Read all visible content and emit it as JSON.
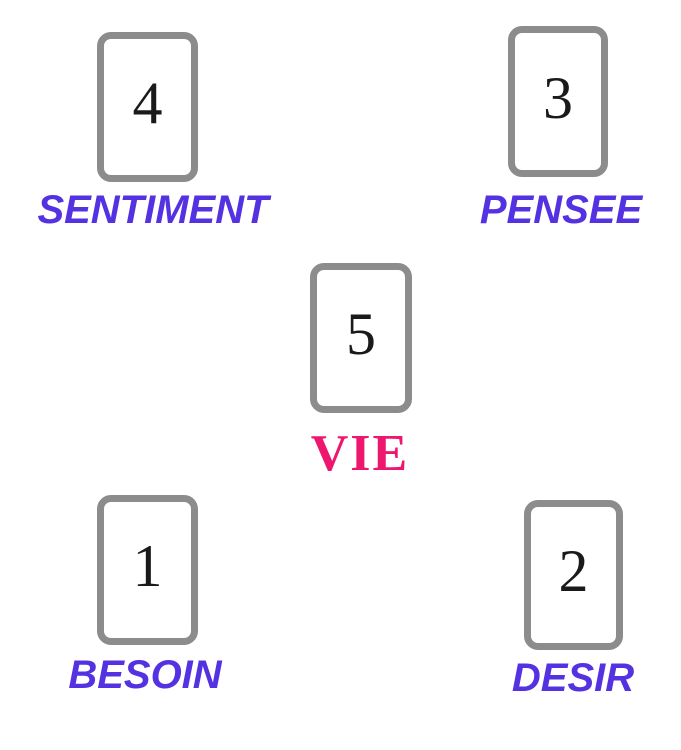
{
  "colors": {
    "background": "#FFFFFF",
    "card_fill": "#FFFFFF",
    "card_border": "#8C8C8C",
    "number": "#1A1A1A",
    "position_label": "#5532E1",
    "center_label": "#ED186E"
  },
  "cards": [
    {
      "number": "1",
      "label": "BESOIN",
      "position": "bottom-left"
    },
    {
      "number": "2",
      "label": "DESIR",
      "position": "bottom-right"
    },
    {
      "number": "3",
      "label": "PENSEE",
      "position": "top-right"
    },
    {
      "number": "4",
      "label": "SENTIMENT",
      "position": "top-left"
    },
    {
      "number": "5",
      "label": "VIE",
      "position": "center"
    }
  ]
}
